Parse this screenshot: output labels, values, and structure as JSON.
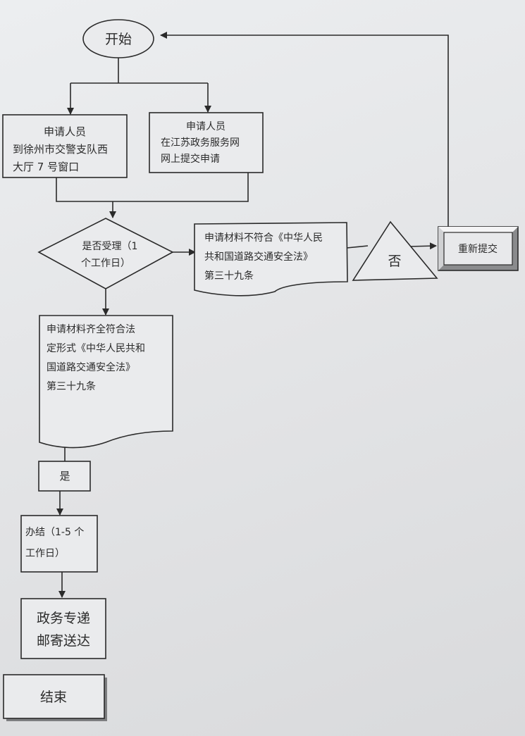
{
  "start": "开始",
  "apply_offline": [
    "申请人员",
    "到徐州市交警支队西",
    "大厅 7 号窗口"
  ],
  "apply_online": [
    "申请人员",
    "在江苏政务服务网",
    "网上提交申请"
  ],
  "decision": [
    "是否受理（1",
    "个工作日）"
  ],
  "reject_doc": [
    "申请材料不符合《中华人民",
    "共和国道路交通安全法》",
    "第三十九条"
  ],
  "no_label": "否",
  "resubmit": "重新提交",
  "accept_doc": [
    "申请材料齐全符合法",
    "定形式《中华人民共和",
    "国道路交通安全法》",
    "第三十九条"
  ],
  "yes_label": "是",
  "complete": [
    "办结（1-5 个",
    "工作日）"
  ],
  "delivery": [
    "政务专递",
    "邮寄送达"
  ],
  "end": "结束"
}
